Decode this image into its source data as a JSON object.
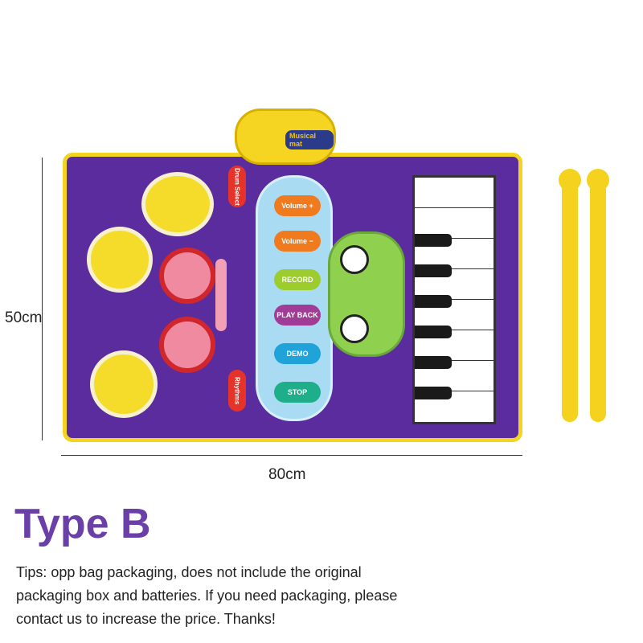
{
  "product": {
    "speaker_logo": "Musical mat",
    "side_labels": {
      "drum_select": "Drum Select",
      "rhythms": "Rhythms"
    },
    "buttons": [
      {
        "label": "Volume +",
        "color": "#f07a1e"
      },
      {
        "label": "Volume −",
        "color": "#f07a1e"
      },
      {
        "label": "RECORD",
        "color": "#9ccc2e"
      },
      {
        "label": "PLAY BACK",
        "color": "#a03c96"
      },
      {
        "label": "DEMO",
        "color": "#1fa3d8"
      },
      {
        "label": "STOP",
        "color": "#1fae8a"
      }
    ]
  },
  "dimensions": {
    "height": "50cm",
    "width": "80cm"
  },
  "title": "Type B",
  "tips": "Tips: opp bag packaging, does not include the original packaging box and batteries. If you need packaging, please contact us to increase the price. Thanks!"
}
